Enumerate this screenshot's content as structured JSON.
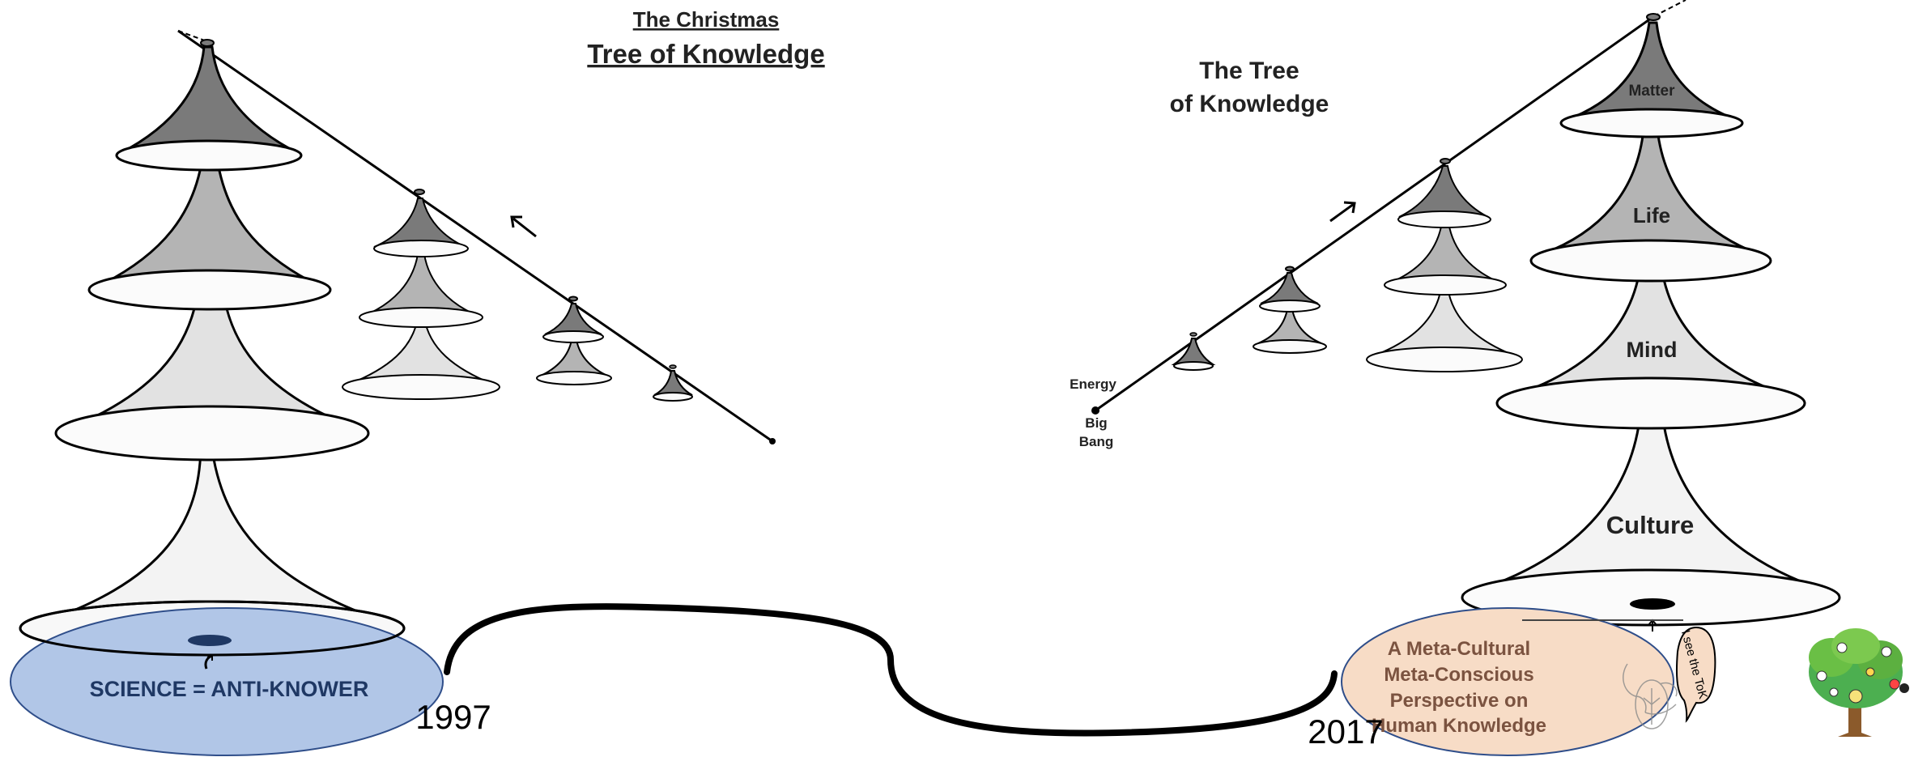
{
  "left_diagram": {
    "title_line1": "The Christmas",
    "title_line2": "Tree of Knowledge",
    "base_label": "SCIENCE = ANTI-KNOWER",
    "year": "1997"
  },
  "right_diagram": {
    "title_line1": "The Tree",
    "title_line2": "of Knowledge",
    "labels": {
      "energy": "Energy",
      "big": "Big",
      "bang": "Bang",
      "matter": "Matter",
      "life": "Life",
      "mind": "Mind",
      "culture": "Culture"
    },
    "base_label_lines": [
      "A Meta-Cultural",
      "Meta-Conscious",
      "Perspective on",
      "Human Knowledge"
    ],
    "speech_bubble": "I see the ToK",
    "year": "2017"
  },
  "colors": {
    "dark_gray": "#7a7a7a",
    "mid_gray": "#b4b4b4",
    "light_gray": "#e2e2e2",
    "lightest_gray": "#f3f3f3",
    "left_ellipse": "#adc3e6",
    "right_ellipse": "#f7dcc6",
    "base_text_left": "#1f3864",
    "base_text_right": "#7b5340"
  },
  "icons": [
    "up-left-arrow-icon",
    "up-right-arrow-icon",
    "small-tree-icon"
  ]
}
